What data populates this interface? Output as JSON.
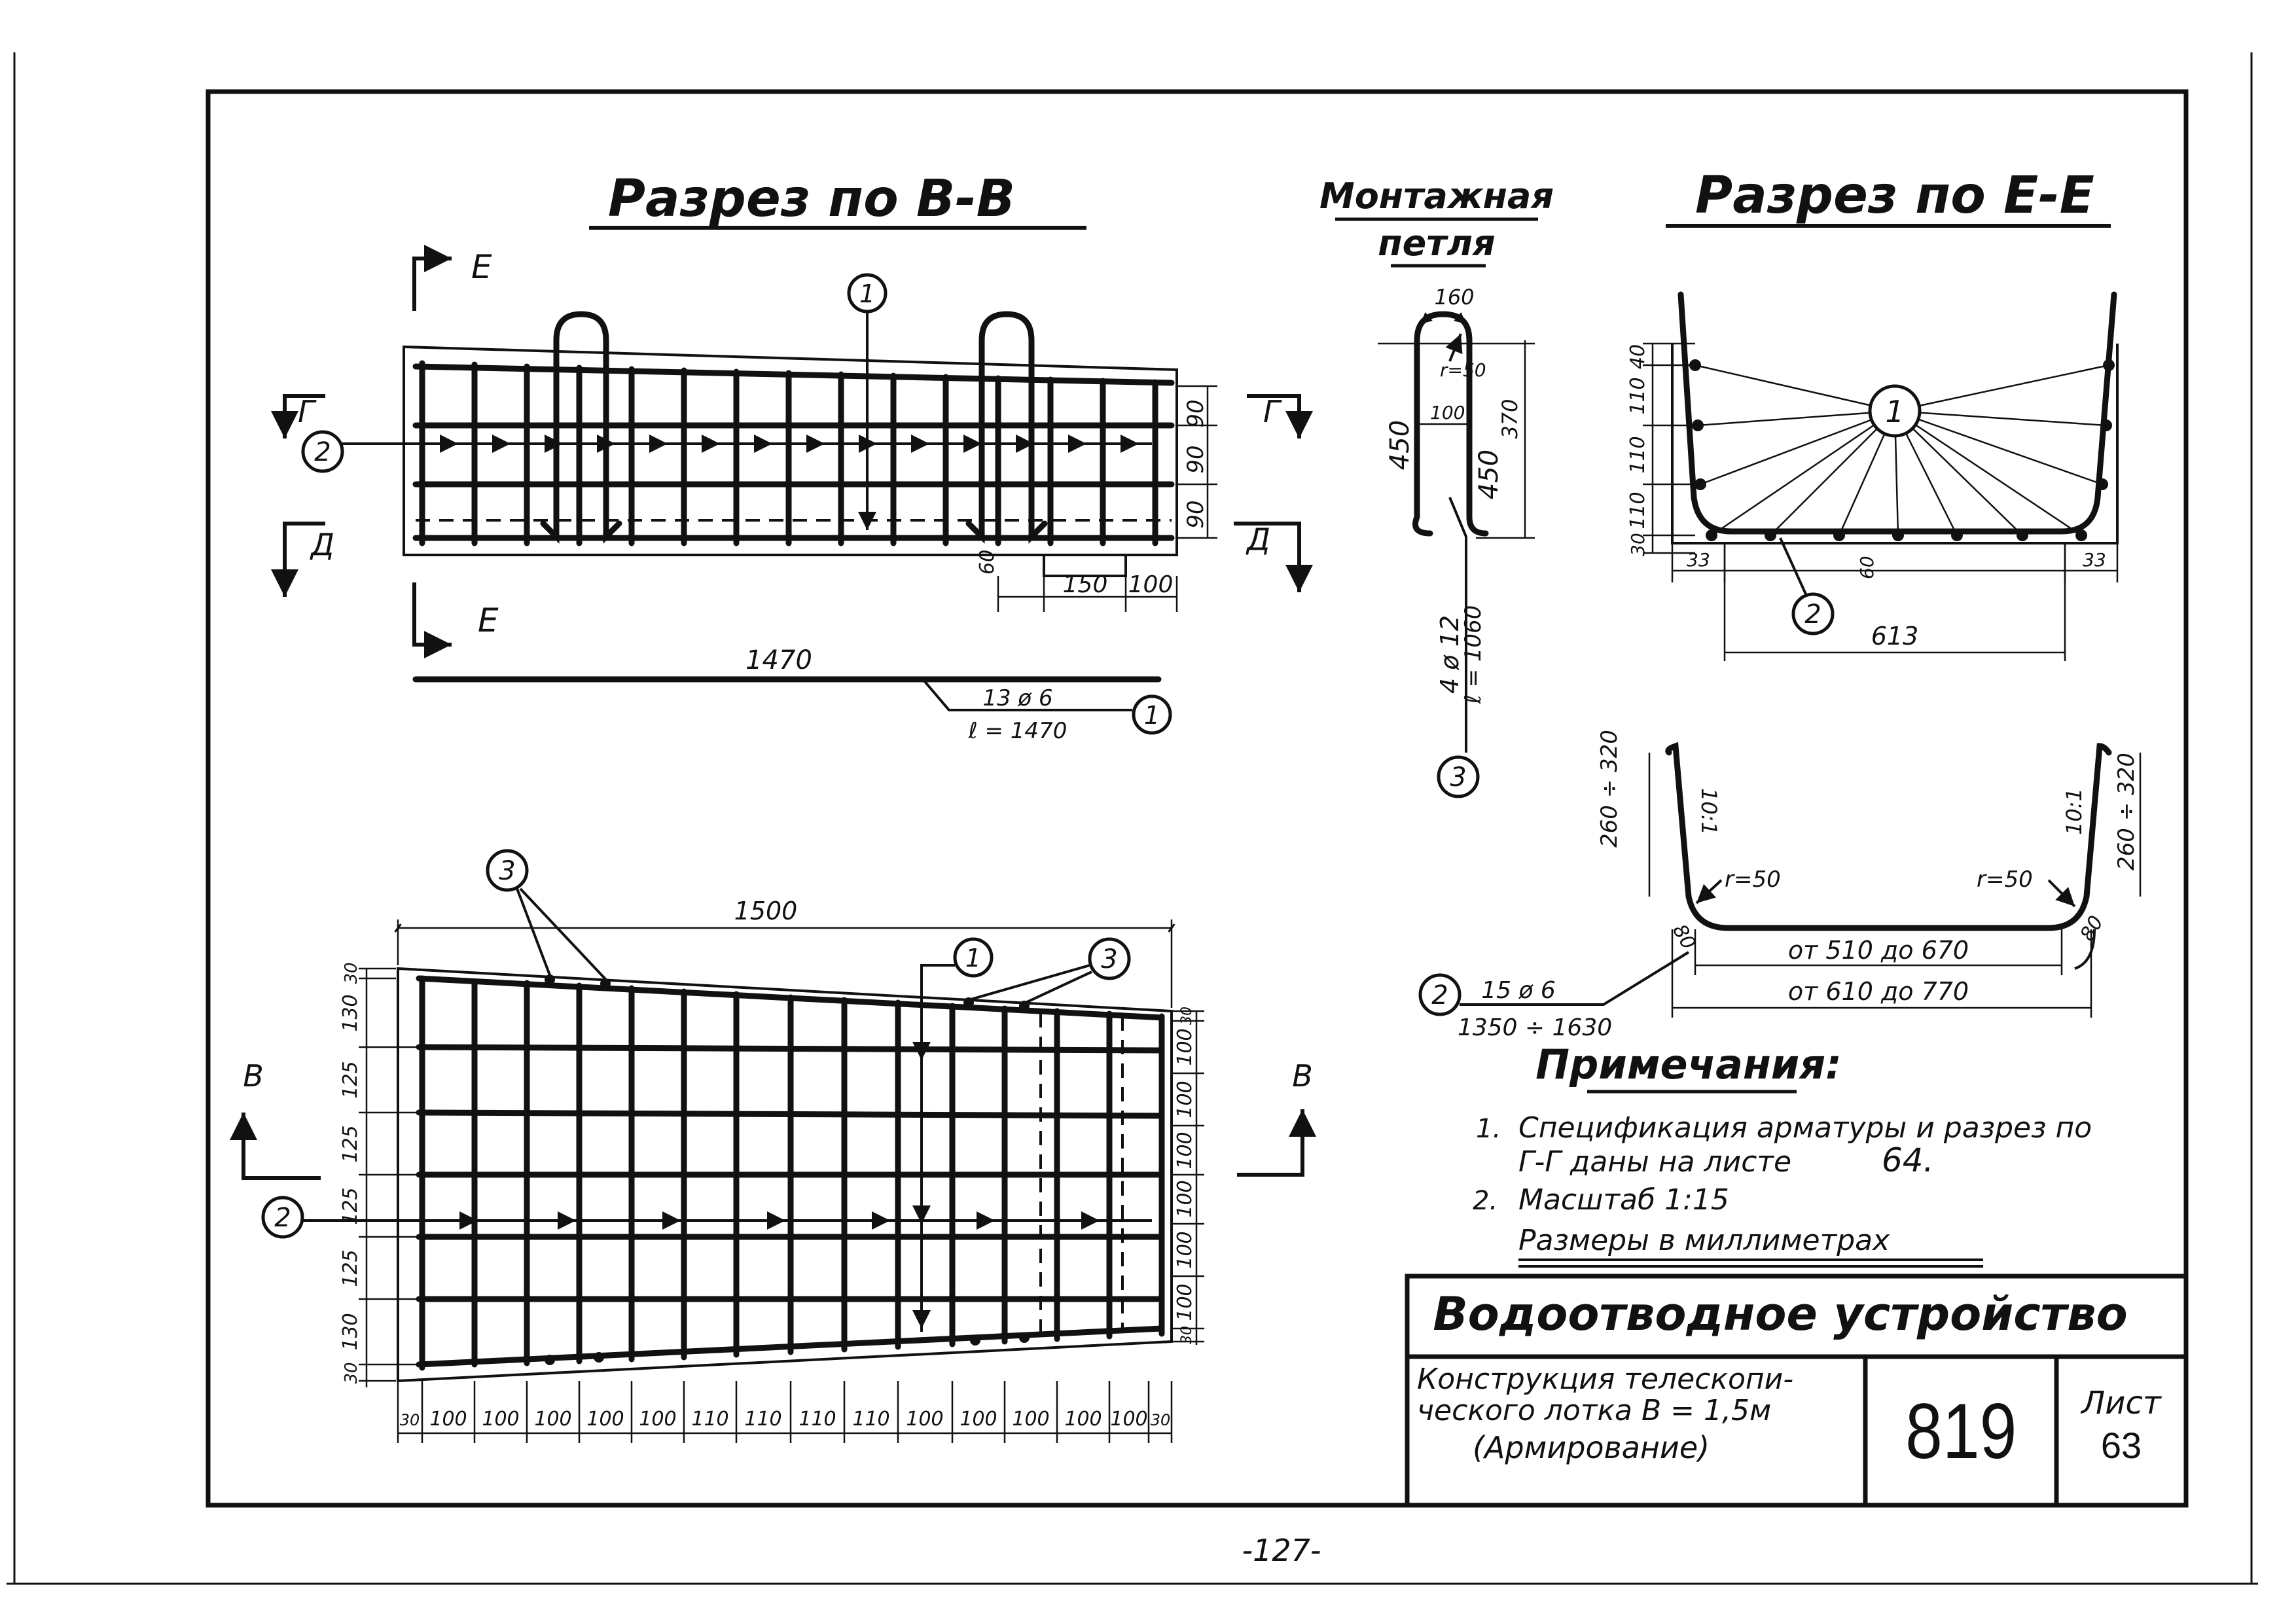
{
  "titles": {
    "section_bb": "Разрез по В-В",
    "mounting_loop_line1": "Монтажная",
    "mounting_loop_line2": "петля",
    "section_ee": "Разрез по Е-Е"
  },
  "section_marks": {
    "E": "Е",
    "G": "Г",
    "D": "Д",
    "V": "В"
  },
  "markers": {
    "m1": "1",
    "m2": "2",
    "m3": "3"
  },
  "section_bb": {
    "dims_right": [
      "90",
      "90",
      "90"
    ],
    "dim_60": "60",
    "dim_150": "150",
    "dim_100": "100",
    "length": "1470",
    "bar_spec_count": "13 ø 6",
    "bar_spec_length": "ℓ = 1470"
  },
  "mounting_loop": {
    "width": "160",
    "radius": "r=50",
    "dim_100": "100",
    "dim_370": "370",
    "dim_450_left": "450",
    "dim_450_right": "450",
    "spec_count": "4 ø 12",
    "spec_length": "ℓ = 1060"
  },
  "section_ee": {
    "dims_left": [
      "40",
      "110",
      "110",
      "110",
      "30"
    ],
    "dim_33_left": "33",
    "dim_33_right": "33",
    "dim_60": "60",
    "width": "613"
  },
  "bent_bar": {
    "height_left": "260 ÷ 320",
    "height_right": "260 ÷ 320",
    "slope_left": "10:1",
    "slope_right": "10:1",
    "radius_left": "r=50",
    "radius_right": "r=50",
    "dim_80_left": "80",
    "dim_80_right": "80",
    "inner_span": "от 510 до 670",
    "outer_span": "от 610 до 770",
    "spec_count": "15 ø 6",
    "spec_length": "1350 ÷ 1630"
  },
  "plan": {
    "length": "1500",
    "dims_left": [
      "30",
      "130",
      "125",
      "125",
      "125",
      "125",
      "130",
      "30"
    ],
    "dims_right": [
      "30",
      "100",
      "100",
      "100",
      "100",
      "100",
      "100",
      "30"
    ],
    "dims_bottom": [
      "30",
      "100",
      "100",
      "100",
      "100",
      "100",
      "110",
      "110",
      "110",
      "110",
      "100",
      "100",
      "100",
      "100",
      "100",
      "30"
    ]
  },
  "notes": {
    "heading": "Примечания:",
    "n1_num": "1.",
    "n1_line1": "Спецификация арматуры и разрез по",
    "n1_line2": "Г-Г даны на листе",
    "n1_sheet": "64.",
    "n2_num": "2.",
    "n2_text": "Масштаб 1:15",
    "units": "Размеры в миллиметрах"
  },
  "title_block": {
    "main_title": "Водоотводное устройство",
    "desc_line1": "Конструкция телескопи-",
    "desc_line2": "ческого лотка  В = 1,5м",
    "desc_line3": "(Армирование)",
    "code": "819",
    "sheet_label": "Лист",
    "sheet_number": "63"
  },
  "page_number": "-127-"
}
